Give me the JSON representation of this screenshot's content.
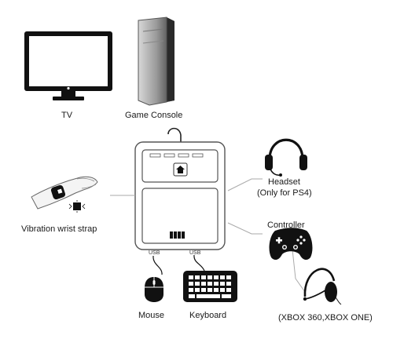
{
  "labels": {
    "tv": "TV",
    "game_console": "Game Console",
    "headset": "Headset",
    "headset_note": "(Only for PS4)",
    "controller": "Controller",
    "vibration_strap": "Vibration wrist strap",
    "usb_left": "USB",
    "usb_right": "USB",
    "mouse": "Mouse",
    "keyboard": "Keyboard",
    "xbox_note": "(XBOX 360,XBOX ONE)"
  }
}
